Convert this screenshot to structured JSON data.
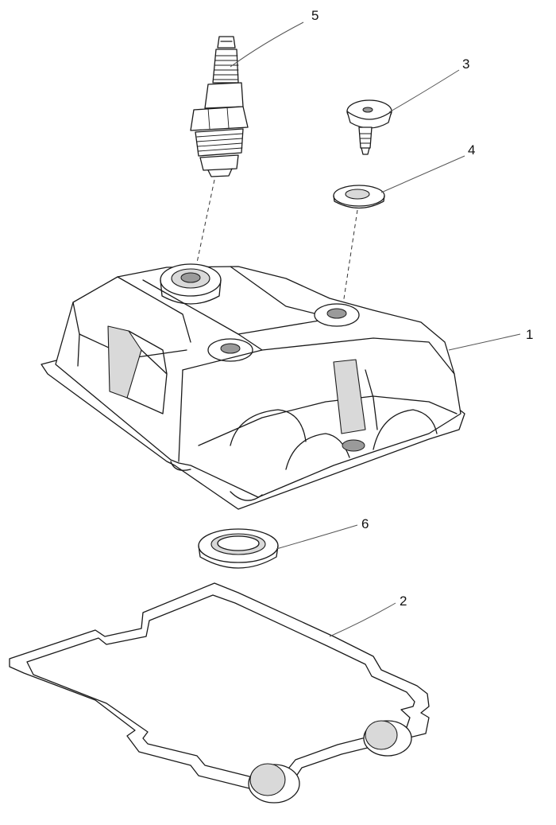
{
  "callouts": [
    {
      "id": "1",
      "text": "1"
    },
    {
      "id": "2",
      "text": "2"
    },
    {
      "id": "3",
      "text": "3"
    },
    {
      "id": "4",
      "text": "4"
    },
    {
      "id": "5",
      "text": "5"
    },
    {
      "id": "6",
      "text": "6"
    }
  ]
}
